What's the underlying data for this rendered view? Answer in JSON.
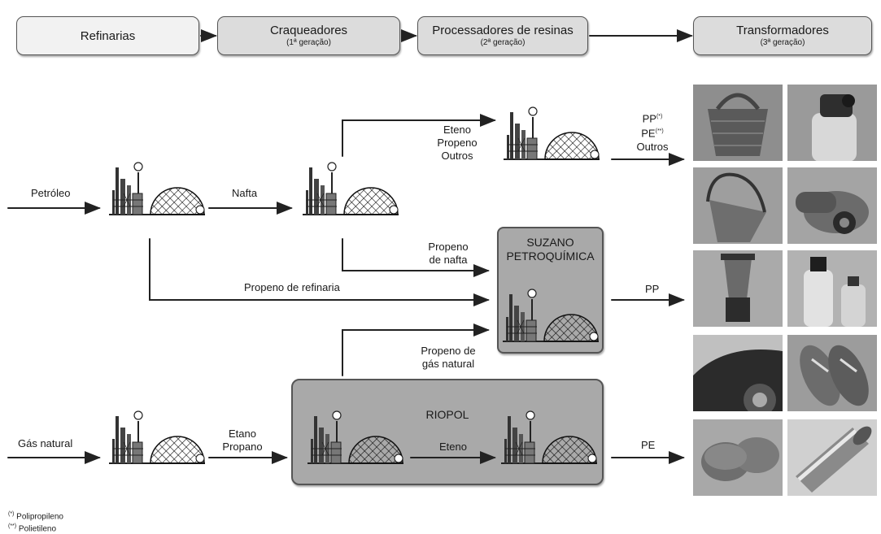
{
  "stages": [
    {
      "title": "Refinarias",
      "subtitle": ""
    },
    {
      "title": "Craqueadores",
      "subtitle": "(1ª geração)"
    },
    {
      "title": "Processadores de resinas",
      "subtitle": "(2ª geração)"
    },
    {
      "title": "Transformadores",
      "subtitle": "(3ª geração)"
    }
  ],
  "labels": {
    "petroleo": "Petróleo",
    "nafta": "Nafta",
    "eteno_propeno_outros": [
      "Eteno",
      "Propeno",
      "Outros"
    ],
    "pp_pe_outros": [
      "PP",
      "PE",
      "Outros"
    ],
    "pp_sup": "(*)",
    "pe_sup": "(**)",
    "propeno_nafta": [
      "Propeno",
      "de nafta"
    ],
    "propeno_refinaria": "Propeno de refinaria",
    "pp": "PP",
    "propeno_gas": [
      "Propeno de",
      "gás natural"
    ],
    "gas_natural": "Gás natural",
    "etano_propano": [
      "Etano",
      "Propano"
    ],
    "eteno": "Eteno",
    "pe": "PE"
  },
  "companies": {
    "suzano": [
      "SUZANO",
      "PETROQUÍMICA"
    ],
    "riopol": "RIOPOL"
  },
  "legend": [
    {
      "mark": "(*)",
      "text": "Polipropileno"
    },
    {
      "mark": "(**)",
      "text": "Polietileno"
    }
  ],
  "photos": [
    "basket",
    "bottle-cap",
    "bucket",
    "vacuum-cleaner",
    "blender",
    "bottles",
    "car",
    "sandals",
    "containers",
    "film-roll"
  ],
  "colors": {
    "box_fill_light": "#f2f2f2",
    "box_fill": "#dcdcdc",
    "company_fill": "#a9a9a9",
    "arrow": "#222222"
  }
}
